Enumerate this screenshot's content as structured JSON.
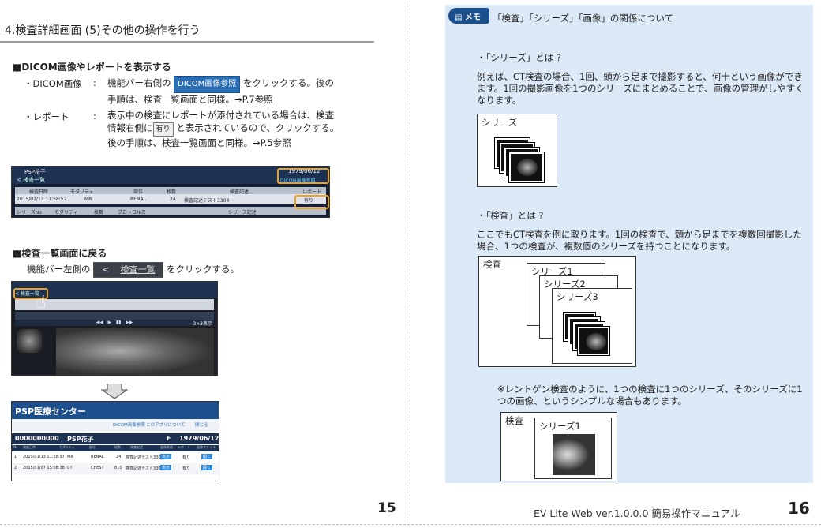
{
  "left": {
    "title": "4.検査詳細画面 (5)その他の操作を行う",
    "section1": {
      "heading": "■DICOM画像やレポートを表示する",
      "dicom_label": "・DICOM画像",
      "colon": ":",
      "dicom_text1": "機能バー右側の",
      "dicom_button": "DICOM画像参照",
      "dicom_text2": "をクリックする。後の",
      "dicom_text3": "手順は、検査一覧画面と同様。→P.7参照",
      "report_label": "・レポート",
      "report_text1": "表示中の検査にレポートが添付されている場合は、検査",
      "report_text2a": "情報右側に",
      "report_button": "有り",
      "report_text2b": "と表示されているので、クリックする。",
      "report_text3": "後の手順は、検査一覧画面と同様。→P.5参照"
    },
    "shot1": {
      "patient": "PSP花子",
      "nav": "< 検査一覧",
      "date_top": "1979/06/12",
      "dicom_link": "DICOM画像参照",
      "headers": [
        "検査日時",
        "モダリティ",
        "部位",
        "枚数",
        "検査記述",
        "レポート"
      ],
      "row": [
        "2015/01/13 11:58:57",
        "MR",
        "RENAL",
        "24",
        "検査記述テスト3304",
        "有り"
      ],
      "headers2": [
        "シリーズNo",
        "モダリティ",
        "枚数",
        "プロトコル名",
        "シリーズ記述"
      ]
    },
    "section2": {
      "heading": "■検査一覧画面に戻る",
      "text1": "機能バー左側の",
      "nav_button": "検査一覧",
      "text2": "をクリックする。"
    },
    "shot2": {
      "nav": "< 検査一覧",
      "layout": "3×3表示"
    },
    "shot3": {
      "hospital": "PSP医療センター",
      "links": [
        "DICOM画像参照",
        "このアプリについて",
        "閉じる"
      ],
      "pid": "0000000000",
      "name": "PSP花子",
      "sex": "F",
      "dob": "1979/06/12",
      "headers": [
        "No",
        "検査日時",
        "モダリティ",
        "部位",
        "枚数",
        "検査記述",
        "画像参照",
        "レポート",
        "画像ファイル"
      ],
      "rows": [
        [
          "1",
          "2015/01/13 11:58:57",
          "MR",
          "RENAL",
          "24",
          "検査記述テスト3304",
          "表示",
          "有り",
          "開く"
        ],
        [
          "2",
          "2015/01/07 15:08:38",
          "CT",
          "CHEST",
          "810",
          "検査記述テスト3304",
          "表示",
          "有り",
          "開く"
        ]
      ]
    },
    "page_number": "15"
  },
  "right": {
    "memo_badge": "メモ",
    "memo_title": "「検査」「シリーズ」「画像」の関係について",
    "series_q": "・「シリーズ」とは ?",
    "series_p": "例えば、CT検査の場合、1回、頭から足まで撮影すると、何十という画像ができます。1回の撮影画像を1つのシリーズにまとめることで、画像の管理がしやすくなります。",
    "series_box": "シリーズ",
    "exam_q": "・「検査」とは ?",
    "exam_p": "ここでもCT検査を例に取ります。1回の検査で、頭から足までを複数回撮影した場合、1つの検査が、複数個のシリーズを持つことになります。",
    "exam_box": "検査",
    "series_labels": [
      "シリーズ1",
      "シリーズ2",
      "シリーズ3"
    ],
    "note": "※レントゲン検査のように、1つの検査に1つのシリーズ、そのシリーズに1つの画像、というシンプルな場合もあります。",
    "xray_exam": "検査",
    "xray_series": "シリーズ1",
    "footer": "EV Lite Web  ver.1.0.0.0  簡易操作マニュアル",
    "page_number": "16"
  }
}
